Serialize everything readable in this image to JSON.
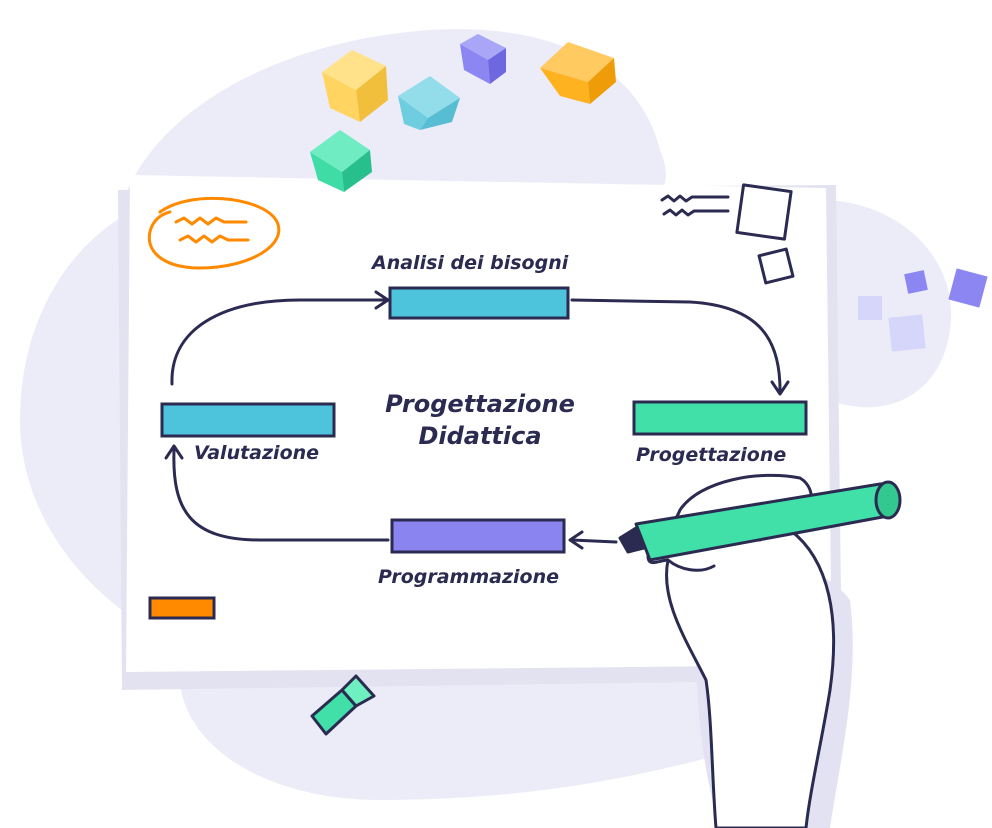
{
  "diagram": {
    "center_title_line1": "Progettazione",
    "center_title_line2": "Didattica",
    "steps": [
      {
        "label": "Analisi dei bisogni",
        "color": "#4ec3dc"
      },
      {
        "label": "Progettazione",
        "color": "#40e0a8"
      },
      {
        "label": "Programmazione",
        "color": "#8a84f0"
      },
      {
        "label": "Valutazione",
        "color": "#4ec3dc"
      }
    ]
  },
  "colors": {
    "ink": "#2b2b52",
    "blob": "#ececf8",
    "yellow_cube": "#ffd460",
    "teal_cube": "#6fcde0",
    "violet_cube": "#8b86f2",
    "orange_cube": "#ffb21f",
    "green_cube": "#3fdca5",
    "orange_marker": "#ff8a00"
  }
}
